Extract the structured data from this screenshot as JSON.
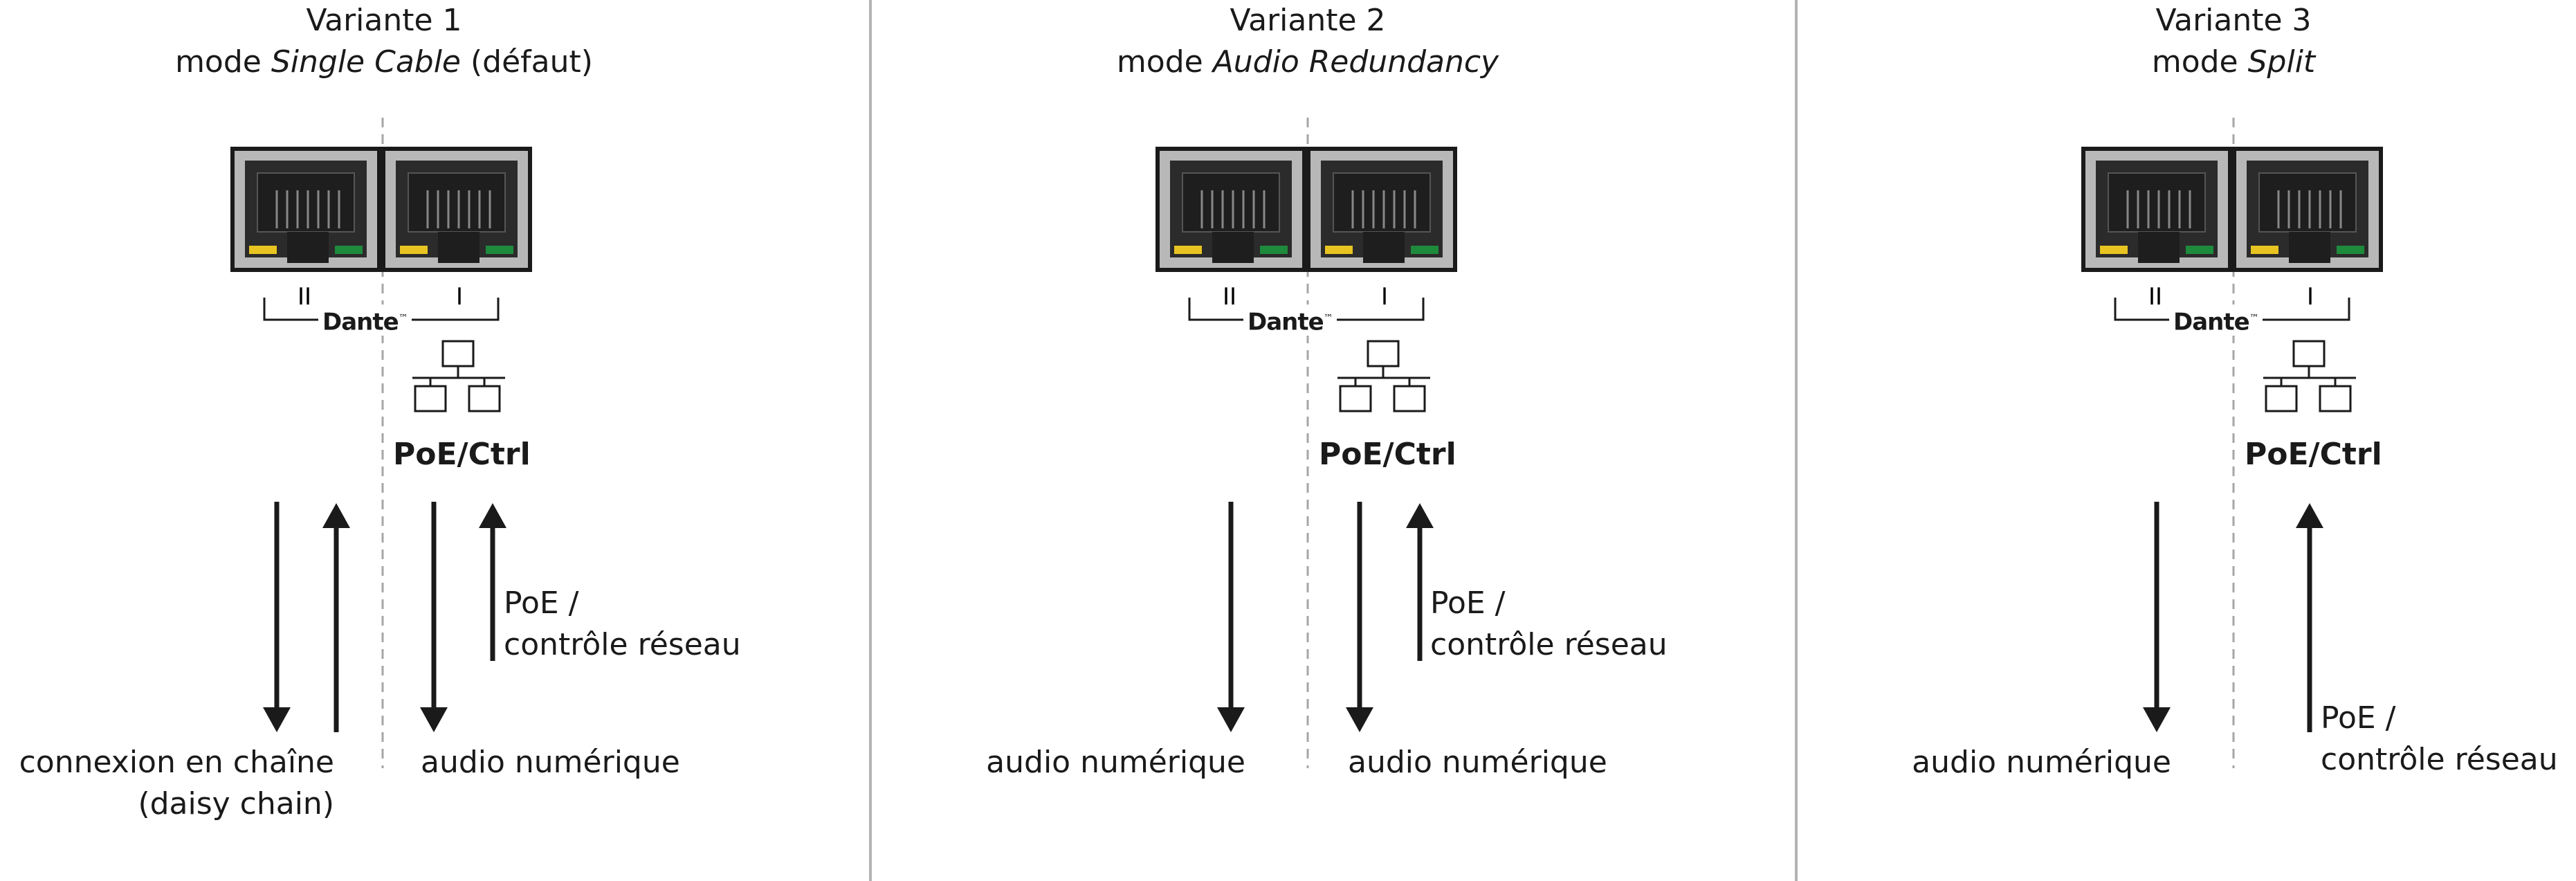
{
  "variants": [
    {
      "title": "Variante 1",
      "mode_prefix": "mode ",
      "mode_name": "Single Cable",
      "mode_suffix": " (défaut)",
      "port_labels": [
        "II",
        "I"
      ],
      "brand": "Dante",
      "poe_label": "PoE/Ctrl",
      "flows": [
        {
          "port": "II",
          "direction": "down",
          "label": "connexion en chaîne\n(daisy chain)"
        },
        {
          "port": "II",
          "direction": "up",
          "label": ""
        },
        {
          "port": "I",
          "direction": "down",
          "label": "audio numérique"
        },
        {
          "port": "I",
          "direction": "up",
          "label": "PoE /\ncontrôle réseau"
        }
      ]
    },
    {
      "title": "Variante 2",
      "mode_prefix": "mode ",
      "mode_name": "Audio Redundancy",
      "mode_suffix": "",
      "port_labels": [
        "II",
        "I"
      ],
      "brand": "Dante",
      "poe_label": "PoE/Ctrl",
      "flows": [
        {
          "port": "II",
          "direction": "down",
          "label": "audio numérique"
        },
        {
          "port": "I",
          "direction": "down",
          "label": "audio numérique"
        },
        {
          "port": "I",
          "direction": "up",
          "label": "PoE /\ncontrôle réseau"
        }
      ]
    },
    {
      "title": "Variante 3",
      "mode_prefix": "mode ",
      "mode_name": "Split",
      "mode_suffix": "",
      "port_labels": [
        "II",
        "I"
      ],
      "brand": "Dante",
      "poe_label": "PoE/Ctrl",
      "flows": [
        {
          "port": "II",
          "direction": "down",
          "label": "audio numérique"
        },
        {
          "port": "I",
          "direction": "up",
          "label": "PoE /\ncontrôle réseau"
        }
      ]
    }
  ],
  "colors": {
    "text": "#1a1a1a",
    "separator": "#b3b3b3",
    "dashed_guide": "#a6a6a6",
    "jack_frame": "#b8b8b8",
    "jack_body": "#2b2b2b",
    "led_yellow": "#e8c420",
    "led_green": "#1e8a3c"
  }
}
